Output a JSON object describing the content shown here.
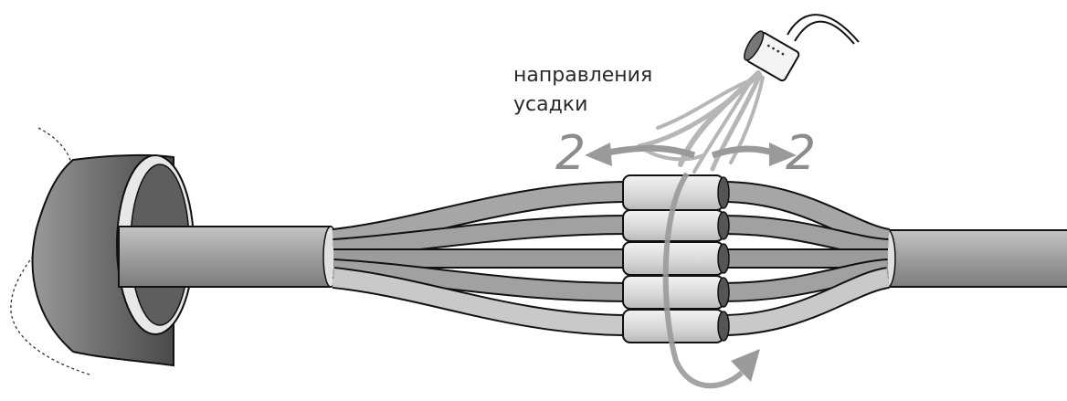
{
  "labels": {
    "shrink_directions_line1": "направления",
    "shrink_directions_line2": "усадки",
    "direction_number_left": "2",
    "direction_number_right": "2"
  },
  "colors": {
    "cable_fill": "#a3a3a3",
    "cable_outline": "#1a1a1a",
    "sleeve_fill": "#d9d9d9",
    "arrow": "#9a9a9a",
    "flame": "#b5b5b5"
  }
}
